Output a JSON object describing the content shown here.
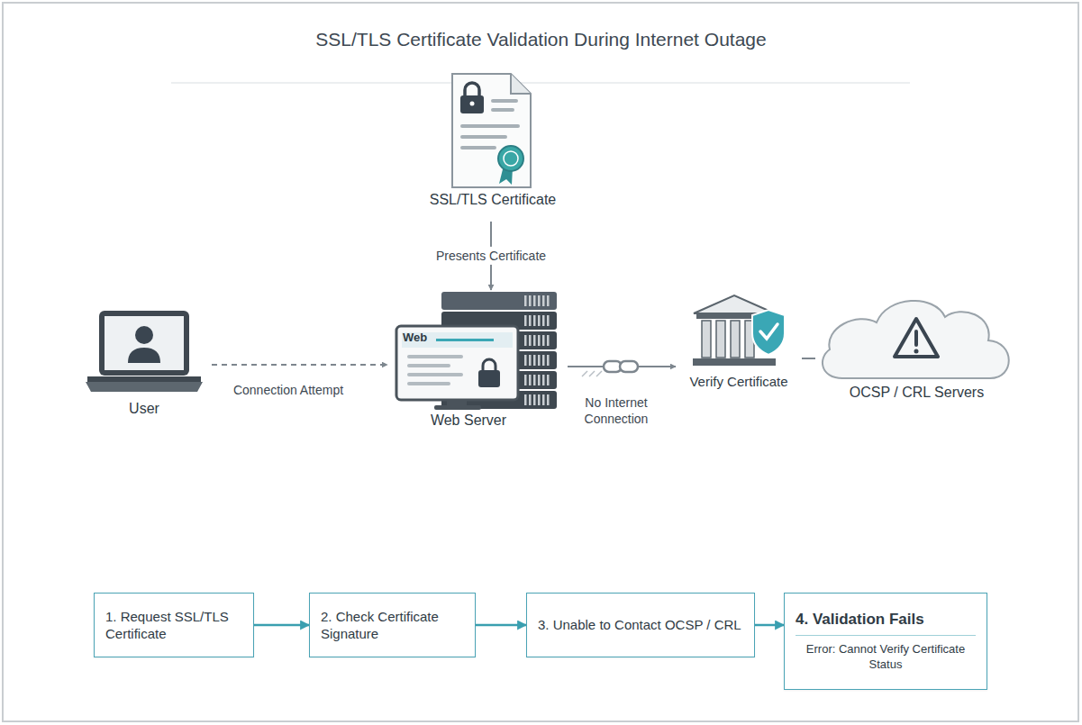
{
  "diagram": {
    "title": "SSL/TLS Certificate Validation During Internet Outage",
    "nodes": [
      {
        "text": [
          "SSL/TLS Certificate"
        ]
      },
      {
        "text": [
          "User"
        ]
      },
      {
        "text": [
          "Web Server"
        ]
      },
      {
        "text": [
          "Verify Certificate"
        ]
      },
      {
        "text": [
          "OCSP / CRL Servers"
        ]
      },
      {
        "text": [
          "1. Request SSL/TLS Certificate"
        ]
      },
      {
        "text": [
          "2. Check Certificate Signature"
        ]
      },
      {
        "text": [
          "3. Unable to Contact OCSP / CRL"
        ]
      },
      {
        "text": [
          "4. Validation Fails",
          "Error: Cannot Verify Certificate Status"
        ]
      }
    ],
    "edges": [
      {
        "from": 0,
        "to": 2,
        "label": "Presents Certificate",
        "arrow": "to"
      },
      {
        "from": 1,
        "to": 2,
        "label": "Connection Attempt",
        "arrow": "to"
      },
      {
        "from": 2,
        "to": 3,
        "label": "No Internet Connection",
        "arrow": "to"
      },
      {
        "from": 3,
        "to": 4,
        "arrow": "none"
      },
      {
        "from": 5,
        "to": 6,
        "arrow": "to"
      },
      {
        "from": 6,
        "to": 7,
        "arrow": "to"
      },
      {
        "from": 7,
        "to": 8,
        "arrow": "to"
      }
    ],
    "labels": [
      "Web"
    ]
  }
}
